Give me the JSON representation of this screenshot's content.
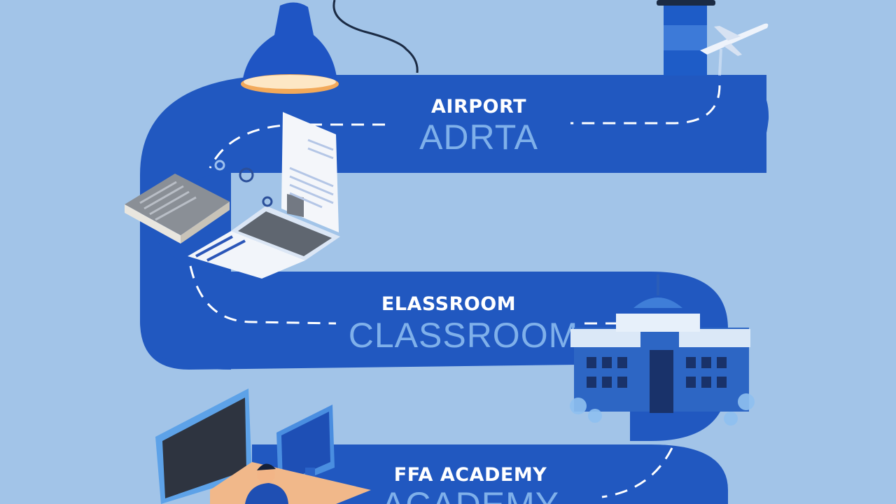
{
  "colors": {
    "background": "#a2c4e8",
    "road": "#2158c0",
    "road_dash": "#ffffff",
    "label_primary": "#ffffff",
    "label_secondary": "#7fb0ea"
  },
  "stops": [
    {
      "title": "AIRPORT",
      "subtitle": "ADRTA"
    },
    {
      "title": "ELASSROOM",
      "subtitle": "CLASSROOM"
    },
    {
      "title": "FFA ACADEMY",
      "subtitle": "ACADEMY"
    }
  ],
  "icons": [
    "desk-lamp-icon",
    "control-tower-icon",
    "airplane-icon",
    "book-icon",
    "document-icon",
    "laptop-icon",
    "academy-building-icon",
    "computer-monitor-icon",
    "student-at-desk-icon"
  ]
}
